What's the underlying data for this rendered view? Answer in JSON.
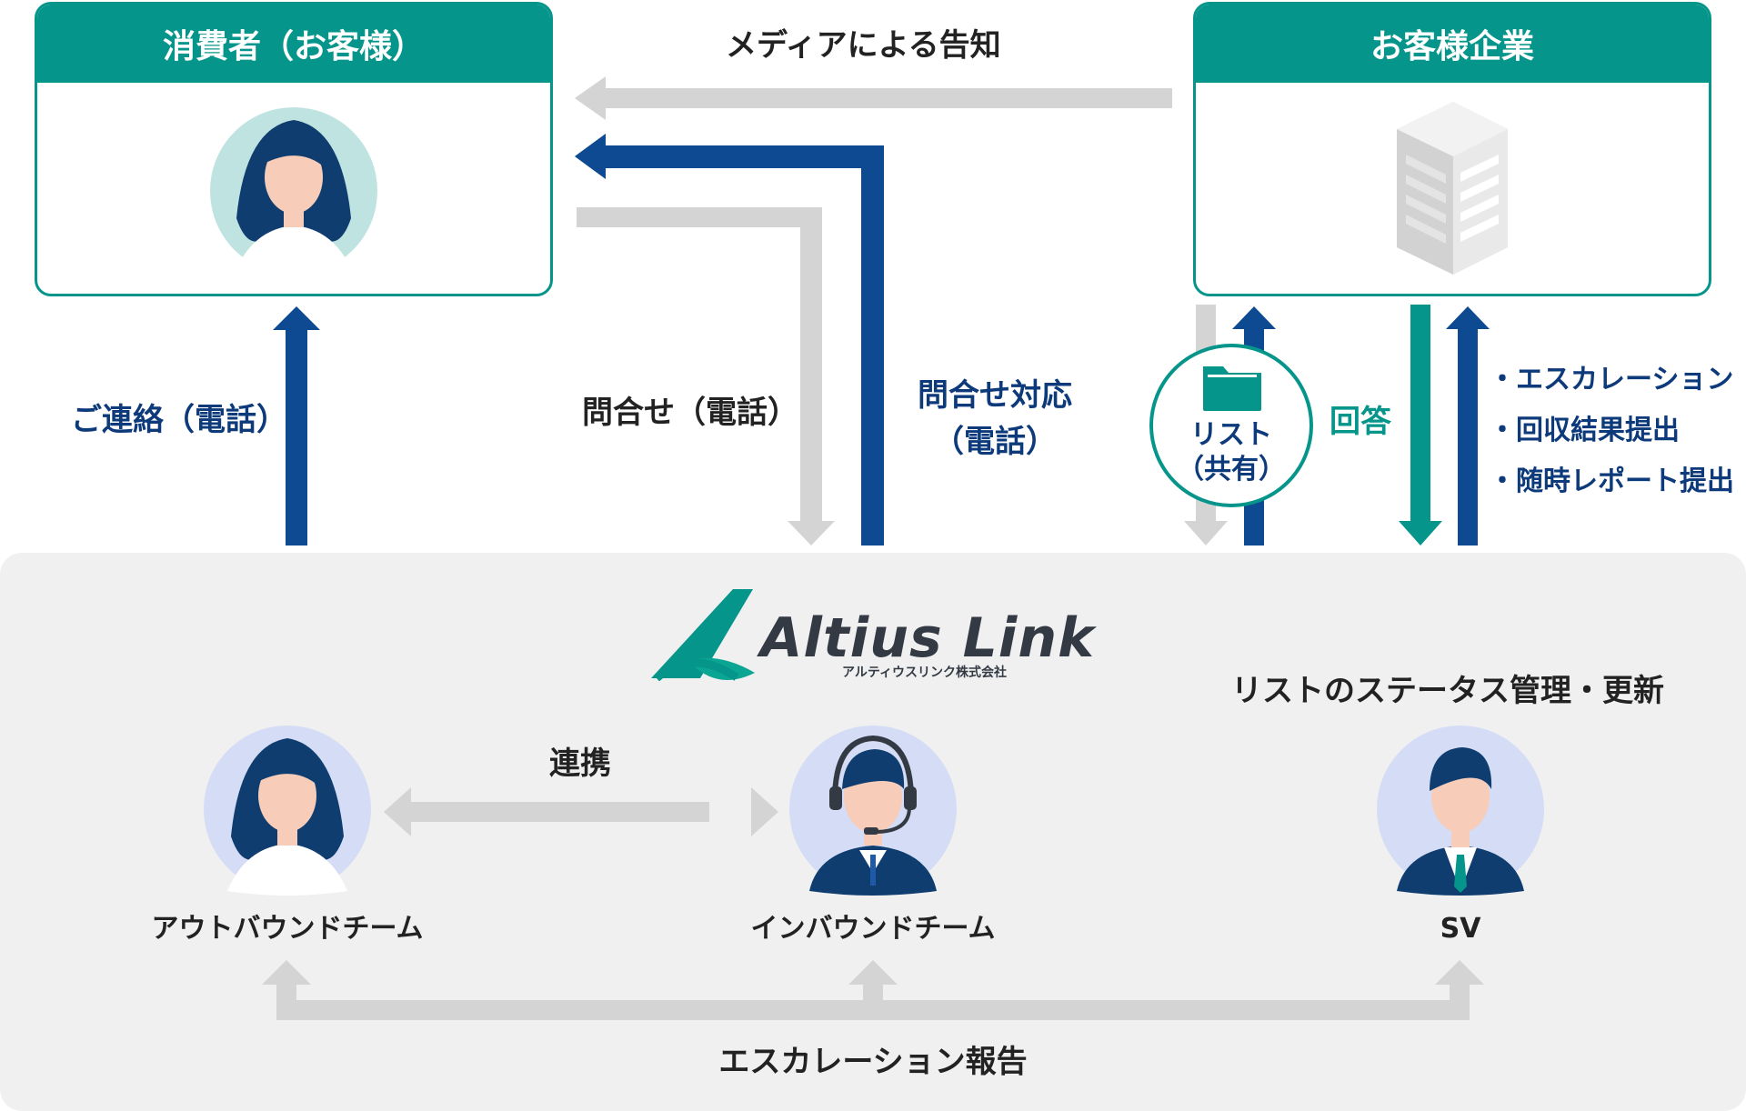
{
  "consumer": {
    "title": "消費者（お客様）"
  },
  "client": {
    "title": "お客様企業"
  },
  "flows": {
    "media_notice": "メディアによる告知",
    "contact_phone": "ご連絡（電話）",
    "inquiry_phone": "問合せ（電話）",
    "inquiry_response_line1": "問合せ対応",
    "inquiry_response_line2": "（電話）",
    "list_shared_line1": "リスト",
    "list_shared_line2": "（共有）",
    "answer": "回答",
    "client_reports": [
      "・エスカレーション",
      "・回収結果提出",
      "・随時レポート提出"
    ]
  },
  "altius": {
    "logo_text": "Altius Link",
    "logo_sub": "アルティウスリンク株式会社",
    "list_status": "リストのステータス管理・更新",
    "cooperation": "連携",
    "outbound_team": "アウトバウンドチーム",
    "inbound_team": "インバウンドチーム",
    "sv": "SV",
    "escalation_report": "エスカレーション報告"
  },
  "icons": {
    "consumer": "woman-avatar-icon",
    "client": "office-building-icon",
    "list": "folder-icon",
    "outbound": "woman-avatar-icon",
    "inbound": "headset-operator-icon",
    "sv": "supervisor-suit-icon",
    "logo": "altius-link-logo"
  },
  "colors": {
    "teal": "#05958a",
    "navy": "#0d4a92",
    "gray_arrow": "#d4d4d4",
    "panel_bg": "#f0f0f0",
    "text_navy": "#0d3a7a",
    "text_dark": "#222222"
  }
}
